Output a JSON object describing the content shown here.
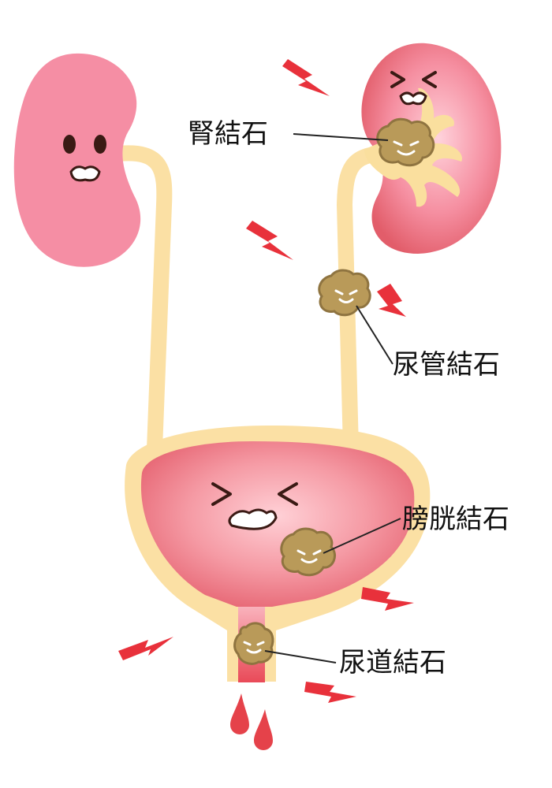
{
  "labels": {
    "kidney_stone": "腎結石",
    "ureter_stone": "尿管結石",
    "bladder_stone": "膀胱結石",
    "urethra_stone": "尿道結石"
  },
  "colors": {
    "kidney_healthy": "#f58ea4",
    "kidney_inflamed": "#ec6a73",
    "kidney_inner": "#fadf9e",
    "tract_outer": "#fbe0a4",
    "bladder_inner": "#ee7280",
    "stone": "#b99a59",
    "stone_outline": "#8f7440",
    "pain_mark": "#e8313b",
    "blood_drop": "#e5424a",
    "leader_line": "#222222",
    "face": "#3a1a14"
  }
}
